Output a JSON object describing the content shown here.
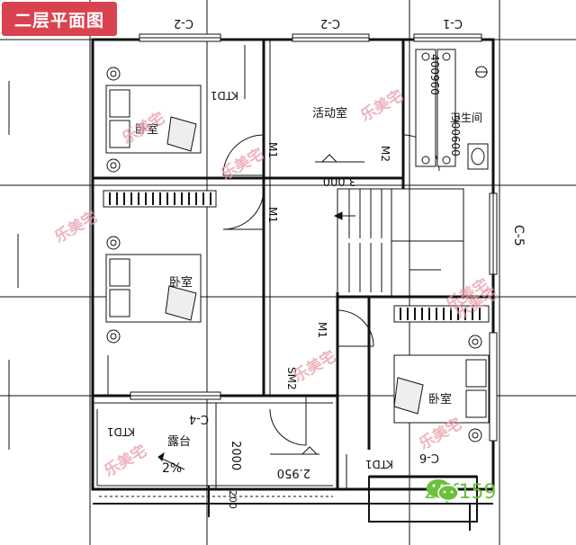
{
  "title": "二层平面图",
  "rooms": {
    "bedroom_top_left": "卧室",
    "activity_room": "活动室",
    "bathroom": "卫生间",
    "bedroom_mid_left": "卧室",
    "bedroom_bottom_right": "卧室",
    "terrace": "露台"
  },
  "window_tags": {
    "c2_left": "C-2",
    "c2_mid": "C-2",
    "c1": "C-1",
    "c5": "C-5",
    "c4": "C-4",
    "c6": "C-6"
  },
  "door_tags": {
    "ktd1_top": "KTD1",
    "m1_a": "M1",
    "m2": "M2",
    "m1_b": "M1",
    "m1_c": "M1",
    "sm2": "SM2",
    "ktd1_terrace": "KTD1",
    "ktd1_bottom": "KTD1"
  },
  "fixture_labels": {
    "sink_a": "400960",
    "sink_b": "900600"
  },
  "levels": {
    "activity": "3.000",
    "terrace": "2.950",
    "slope": "2%"
  },
  "dimensions": {
    "terrace_depth": "2000",
    "side_dim": "200"
  },
  "watermarks": [
    "乐美宅",
    "乐美宅",
    "乐美宅",
    "乐美宅",
    "乐美宅",
    "乐美宅",
    "乐美宅",
    "乐美宅",
    "乐美宅"
  ],
  "wechat_id": "zcjf159",
  "colors": {
    "title_bg": "#d9434f",
    "watermark": "#e79aa6",
    "wechat": "#6bc13b",
    "line": "#111111"
  }
}
